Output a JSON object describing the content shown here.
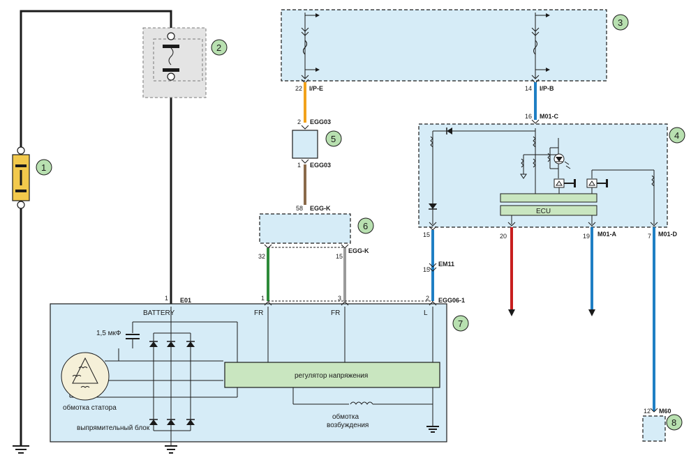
{
  "callouts": [
    "1",
    "2",
    "3",
    "4",
    "5",
    "6",
    "7",
    "8"
  ],
  "connectors": {
    "ip_e": {
      "pin": "22",
      "name": "I/P-E"
    },
    "ip_b": {
      "pin": "14",
      "name": "I/P-B"
    },
    "m01c": {
      "pin": "16",
      "name": "M01-C"
    },
    "egg03_top": {
      "pin": "2",
      "name": "EGG03"
    },
    "egg03_bot": {
      "pin": "1",
      "name": "EGG03"
    },
    "eggk_top": {
      "pin": "58",
      "name": "EGG-K"
    },
    "eggk_bot": {
      "pin_left": "32",
      "pin_right": "15",
      "name": "EGG-K"
    },
    "em11": {
      "pin_top": "15",
      "pin_bot": "15",
      "name": "EM11"
    },
    "m01a": {
      "pin_20": "20",
      "pin": "19",
      "name": "M01-A"
    },
    "m01d": {
      "pin": "7",
      "name": "M01-D"
    },
    "e01": {
      "pin": "1",
      "name": "E01"
    },
    "egg06": {
      "pin1": "1",
      "pin3": "3",
      "pin2": "2",
      "name": "EGG06-1"
    },
    "m60": {
      "pin": "12",
      "name": "M60"
    }
  },
  "labels": {
    "battery": "BATTERY",
    "fr1": "FR",
    "fr2": "FR",
    "l": "L",
    "capacitor": "1,5 мкФ",
    "regulator": "регулятор напряжения",
    "stator": "обмотка статора",
    "rectifier": "выпрямительный блок",
    "excitation_1": "обмотка",
    "excitation_2": "возбуждения",
    "ecu": "ECU"
  },
  "wire_colors": {
    "black": "#1a1a1a",
    "orange": "#f2a21b",
    "blue": "#1f7fc4",
    "brown": "#8a6a4a",
    "green": "#2e8b3a",
    "gray": "#9a9a9a",
    "red": "#c81e1e",
    "block_fill": "#d6ecf7",
    "callout_fill": "#b8e0b0"
  }
}
